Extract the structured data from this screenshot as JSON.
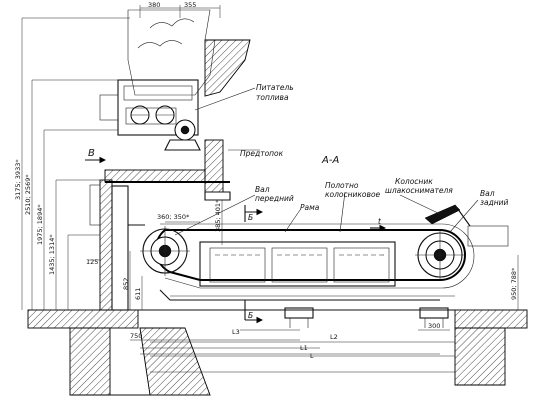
{
  "labels": {
    "feeder": [
      "Питатель",
      "топлива"
    ],
    "prefurnace": "Предтопок",
    "section": "А-А",
    "shaft_front": [
      "Вал",
      "передний"
    ],
    "frame": "Рама",
    "grate_belt": [
      "Полотно",
      "колосниковое"
    ],
    "scraper": [
      "Колосник",
      "шлакоснимателя"
    ],
    "shaft_rear": [
      "Вал",
      "задний"
    ],
    "mark_B_top": "Б",
    "mark_B_bottom": "Б",
    "mark_V": "В",
    "mark_t": "t"
  },
  "dims": {
    "top_a": "380",
    "top_b": "355",
    "v1": "3175; 3933*",
    "v2": "2510; 2569*",
    "v3": "1975; 1894*",
    "v4": "1435; 1314*",
    "v5": "852",
    "v6": "611",
    "v7": "125",
    "h1": "360; 350*",
    "h2": "385; 401*",
    "h3": "750",
    "h4": "L3",
    "h5": "L2",
    "h6": "L1",
    "h7": "L",
    "h8": "300",
    "r1": "950; 788*"
  }
}
